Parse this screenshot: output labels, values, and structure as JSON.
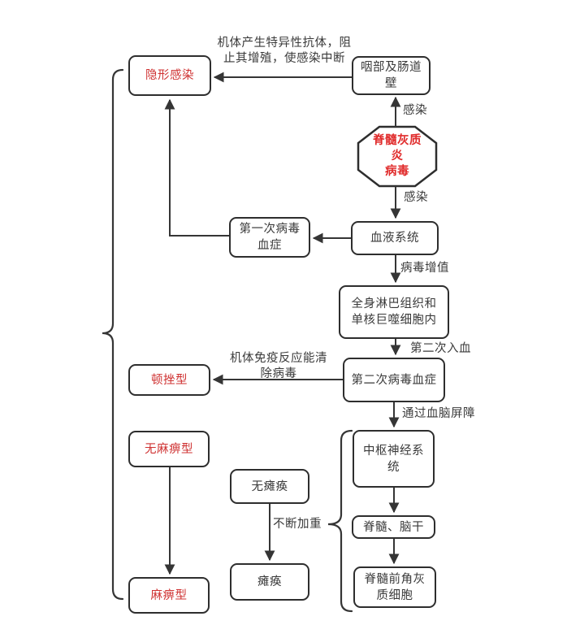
{
  "colors": {
    "accent_red": "#cf3232",
    "octagon_red": "#e02b2b",
    "line_color": "#353535"
  },
  "nodes": {
    "hidden_infection": {
      "label": "隐形感染"
    },
    "pharynx_gut_wall": {
      "label": "咽部及肠道\n壁"
    },
    "polio_virus": {
      "label": "脊髓灰质\n炎\n病毒"
    },
    "blood_system": {
      "label": "血液系统"
    },
    "first_viremia": {
      "label": "第一次病毒\n血症"
    },
    "lymphoid_tissue": {
      "label": "全身淋巴组织和\n单核巨噬细胞内"
    },
    "second_viremia": {
      "label": "第二次病毒血症"
    },
    "abortive_type": {
      "label": "顿挫型"
    },
    "cns": {
      "label": "中枢神经系\n统"
    },
    "nonparalytic_type": {
      "label": "无麻痹型"
    },
    "no_paralysis": {
      "label": "无瘫痪"
    },
    "spinal_brainstem": {
      "label": "脊髓、脑干"
    },
    "paralysis": {
      "label": "瘫痪"
    },
    "anterior_horn_cells": {
      "label": "脊髓前角灰\n质细胞"
    },
    "paralytic_type": {
      "label": "麻痹型"
    }
  },
  "edge_labels": {
    "antibody_note": "机体产生特异性抗体，阻\n止其增殖，使感染中断",
    "infection_1": "感染",
    "infection_2": "感染",
    "virus_multiply": "病毒增值",
    "second_entry_blood": "第二次入血",
    "immune_clear_note": "机体免疫反应能清\n除病毒",
    "cross_bbb": "通过血脑屏障",
    "worsening": "不断加重"
  }
}
